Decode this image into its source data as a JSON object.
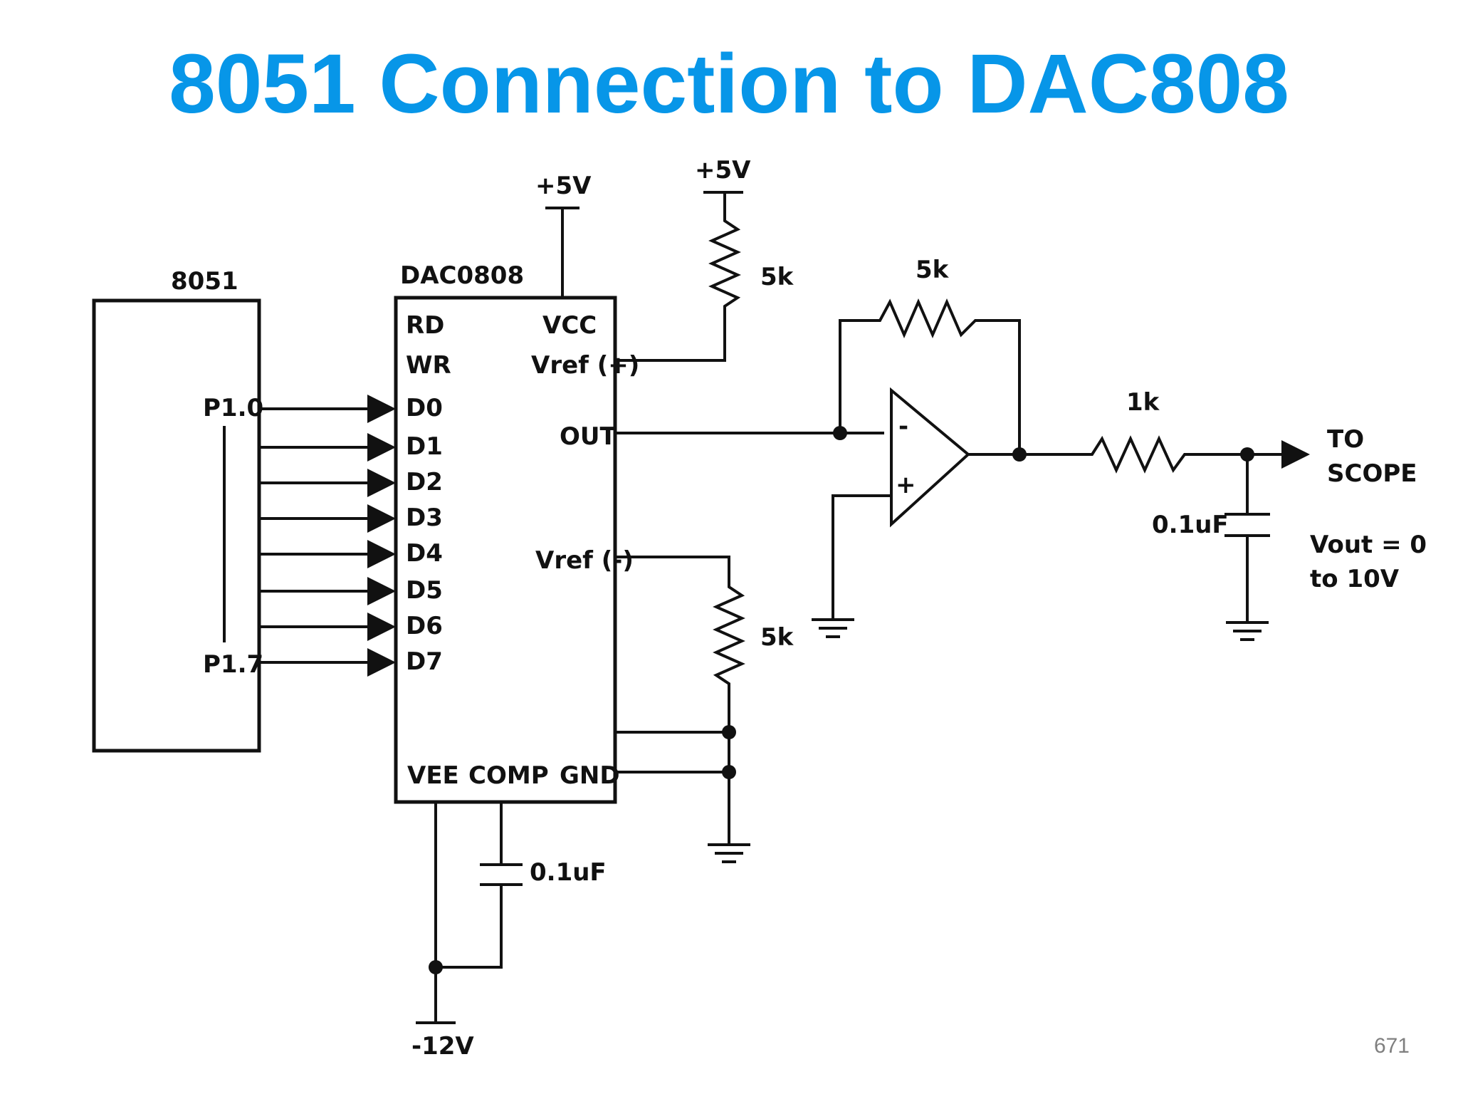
{
  "slide": {
    "title": "8051 Connection to DAC808",
    "title_color": "#0796e8",
    "page_number": "671"
  },
  "mcu": {
    "name": "8051",
    "pin_top": "P1.0",
    "pin_bottom": "P1.7"
  },
  "dac": {
    "name": "DAC0808",
    "pins_left": [
      "RD",
      "WR",
      "D0",
      "D1",
      "D2",
      "D3",
      "D4",
      "D5",
      "D6",
      "D7"
    ],
    "vcc": "VCC",
    "vref_plus": "Vref (+)",
    "out": "OUT",
    "vref_minus": "Vref (-)",
    "vee": "VEE",
    "comp": "COMP",
    "gnd": "GND"
  },
  "supplies": {
    "vcc_supply": "+5V",
    "vref_supply": "+5V",
    "vee_supply": "-12V"
  },
  "components": {
    "r_vref_plus": "5k",
    "r_vref_minus": "5k",
    "r_feedback": "5k",
    "r_output": "1k",
    "c_comp": "0.1uF",
    "c_output": "0.1uF"
  },
  "opamp": {
    "inverting": "-",
    "non_inverting": "+"
  },
  "output": {
    "to_line1": "TO",
    "to_line2": "SCOPE",
    "vout_line1": "Vout = 0",
    "vout_line2": "to 10V"
  },
  "icons": [
    "ground-symbol",
    "arrow-head",
    "resistor-zigzag",
    "capacitor-plates",
    "opamp-triangle"
  ]
}
